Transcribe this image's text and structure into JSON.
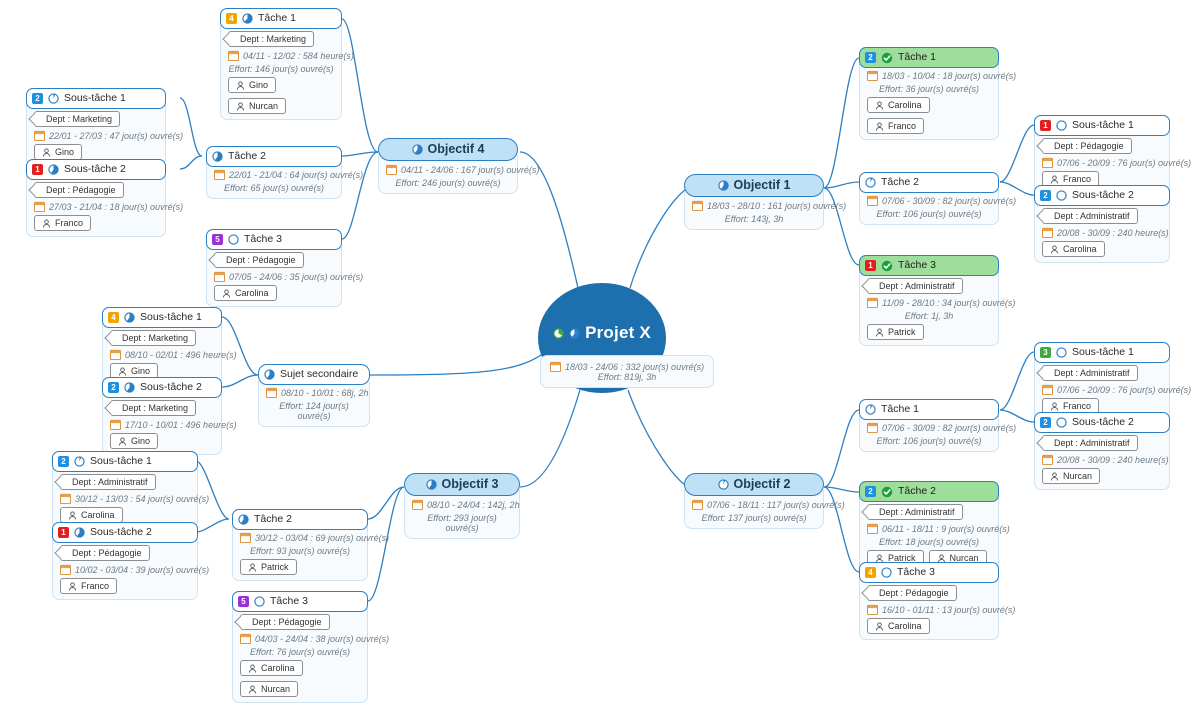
{
  "meta": {
    "app": "mind-map",
    "accent_blue": "#2b7fc4",
    "objective_fill": "#bfe0f5",
    "center_fill": "#1d6fad",
    "done_green": "#9ede9b",
    "card_fill": "#f7fbfe"
  },
  "center": {
    "title": "Projet X",
    "dates": "18/03 - 24/06 : 332 jour(s) ouvré(s)",
    "effort": "Effort: 819j, 3h"
  },
  "nodes": {
    "t1_tache1": {
      "title": "Tâche 1",
      "prio": "4",
      "prio_class": "p4",
      "icon": "pie-icon",
      "dept": "Dept : Marketing",
      "dates": "04/11 - 12/02 : 584 heure(s)",
      "effort": "Effort: 146 jour(s) ouvré(s)",
      "res": [
        "Gino",
        "Nurcan"
      ]
    },
    "t1_sous1": {
      "title": "Sous-tâche 1",
      "prio": "2",
      "prio_class": "p2",
      "icon": "pie-icon",
      "dept": "Dept : Marketing",
      "dates": "22/01 - 27/03 : 47 jour(s) ouvré(s)",
      "effort": "",
      "res": [
        "Gino"
      ]
    },
    "t1_sous2": {
      "title": "Sous-tâche 2",
      "prio": "1",
      "prio_class": "p1",
      "icon": "pie-icon",
      "dept": "Dept : Pédagogie",
      "dates": "27/03 - 21/04 : 18 jour(s) ouvré(s)",
      "effort": "",
      "res": [
        "Franco"
      ]
    },
    "t1_tache2": {
      "title": "Tâche 2",
      "prio": "",
      "prio_class": "",
      "icon": "pie-icon",
      "dept": "",
      "dates": "22/01 - 21/04 : 64 jour(s) ouvré(s)",
      "effort": "Effort: 65 jour(s) ouvré(s)",
      "res": []
    },
    "t1_tache3": {
      "title": "Tâche 3",
      "prio": "5",
      "prio_class": "p5",
      "icon": "circle-icon",
      "dept": "Dept : Pédagogie",
      "dates": "07/05 - 24/06 : 35 jour(s) ouvré(s)",
      "effort": "",
      "res": [
        "Carolina"
      ]
    },
    "obj4": {
      "title": "Objectif 4",
      "dates": "04/11 - 24/06 : 167 jour(s) ouvré(s)",
      "effort": "Effort: 246 jour(s) ouvré(s)"
    },
    "sujet": {
      "title": "Sujet secondaire",
      "dates": "08/10 - 10/01 : 68j, 2h",
      "effort": "Effort: 124 jour(s) ouvré(s)"
    },
    "s_sous1": {
      "title": "Sous-tâche 1",
      "prio": "4",
      "prio_class": "p4",
      "icon": "pie-icon",
      "dept": "Dept : Marketing",
      "dates": "08/10 - 02/01 : 496 heure(s)",
      "effort": "",
      "res": [
        "Gino"
      ]
    },
    "s_sous2": {
      "title": "Sous-tâche 2",
      "prio": "2",
      "prio_class": "p2",
      "icon": "pie-icon",
      "dept": "Dept : Marketing",
      "dates": "17/10 - 10/01 : 496 heure(s)",
      "effort": "",
      "res": [
        "Gino"
      ]
    },
    "obj3": {
      "title": "Objectif 3",
      "dates": "08/10 - 24/04 : 142j, 2h",
      "effort": "Effort: 293 jour(s) ouvré(s)"
    },
    "o3_sous1": {
      "title": "Sous-tâche 1",
      "prio": "2",
      "prio_class": "p2",
      "icon": "pie-icon",
      "dept": "Dept : Administratif",
      "dates": "30/12 - 13/03 : 54 jour(s) ouvré(s)",
      "effort": "",
      "res": [
        "Carolina"
      ]
    },
    "o3_sous2": {
      "title": "Sous-tâche 2",
      "prio": "1",
      "prio_class": "p1",
      "icon": "pie-icon",
      "dept": "Dept : Pédagogie",
      "dates": "10/02 - 03/04 : 39 jour(s) ouvré(s)",
      "effort": "",
      "res": [
        "Franco"
      ]
    },
    "o3_tache2": {
      "title": "Tâche 2",
      "prio": "",
      "prio_class": "",
      "icon": "pie-icon",
      "dept": "",
      "dates": "30/12 - 03/04 : 69 jour(s) ouvré(s)",
      "effort": "Effort: 93 jour(s) ouvré(s)",
      "res": [
        "Patrick"
      ]
    },
    "o3_tache3": {
      "title": "Tâche 3",
      "prio": "5",
      "prio_class": "p5",
      "icon": "circle-icon",
      "dept": "Dept : Pédagogie",
      "dates": "04/03 - 24/04 : 38 jour(s) ouvré(s)",
      "effort": "Effort: 76 jour(s) ouvré(s)",
      "res": [
        "Carolina",
        "Nurcan"
      ]
    },
    "obj1": {
      "title": "Objectif 1",
      "dates": "18/03 - 28/10 : 161 jour(s) ouvré(s)",
      "effort": "Effort: 143j, 3h"
    },
    "o1_tache1": {
      "title": "Tâche 1",
      "prio": "2",
      "prio_class": "p2",
      "icon": "check-icon",
      "done": true,
      "dept": "",
      "dates": "18/03 - 10/04 : 18 jour(s) ouvré(s)",
      "effort": "Effort: 36 jour(s) ouvré(s)",
      "res": [
        "Carolina",
        "Franco"
      ]
    },
    "o1_tache2": {
      "title": "Tâche 2",
      "prio": "",
      "prio_class": "",
      "icon": "pie-icon",
      "dept": "",
      "dates": "07/06 - 30/09 : 82 jour(s) ouvré(s)",
      "effort": "Effort: 106 jour(s) ouvré(s)",
      "res": []
    },
    "o1_sous1": {
      "title": "Sous-tâche 1",
      "prio": "1",
      "prio_class": "p1",
      "icon": "circle-icon",
      "dept": "Dept : Pédagogie",
      "dates": "07/06 - 20/09 : 76 jour(s) ouvré(s)",
      "effort": "",
      "res": [
        "Franco"
      ]
    },
    "o1_sous2": {
      "title": "Sous-tâche 2",
      "prio": "2",
      "prio_class": "p2",
      "icon": "circle-icon",
      "dept": "Dept : Administratif",
      "dates": "20/08 - 30/09 : 240 heure(s)",
      "effort": "",
      "res": [
        "Carolina"
      ]
    },
    "o1_tache3": {
      "title": "Tâche 3",
      "prio": "1",
      "prio_class": "p1",
      "icon": "check-icon",
      "done": true,
      "dept": "Dept : Administratif",
      "dates": "11/09 - 28/10 : 34 jour(s) ouvré(s)",
      "effort": "Effort: 1j, 3h",
      "res": [
        "Patrick"
      ]
    },
    "obj2": {
      "title": "Objectif 2",
      "dates": "07/06 - 18/11 : 117 jour(s) ouvré(s)",
      "effort": "Effort: 137 jour(s) ouvré(s)"
    },
    "o2_tache1": {
      "title": "Tâche 1",
      "prio": "",
      "prio_class": "",
      "icon": "pie-icon",
      "dept": "",
      "dates": "07/06 - 30/09 : 82 jour(s) ouvré(s)",
      "effort": "Effort: 106 jour(s) ouvré(s)",
      "res": []
    },
    "o2_sous1": {
      "title": "Sous-tâche 1",
      "prio": "3",
      "prio_class": "p3",
      "icon": "circle-icon",
      "dept": "Dept : Administratif",
      "dates": "07/06 - 20/09 : 76 jour(s) ouvré(s)",
      "effort": "",
      "res": [
        "Franco"
      ]
    },
    "o2_sous2": {
      "title": "Sous-tâche 2",
      "prio": "2",
      "prio_class": "p2",
      "icon": "circle-icon",
      "dept": "Dept : Administratif",
      "dates": "20/08 - 30/09 : 240 heure(s)",
      "effort": "",
      "res": [
        "Nurcan"
      ]
    },
    "o2_tache2": {
      "title": "Tâche 2",
      "prio": "2",
      "prio_class": "p2",
      "icon": "check-icon",
      "done": true,
      "dept": "Dept : Administratif",
      "dates": "06/11 - 18/11 : 9 jour(s) ouvré(s)",
      "effort": "Effort: 18 jour(s) ouvré(s)",
      "res": [
        "Patrick",
        "Nurcan"
      ]
    },
    "o2_tache3": {
      "title": "Tâche 3",
      "prio": "4",
      "prio_class": "p4",
      "icon": "circle-icon",
      "dept": "Dept : Pédagogie",
      "dates": "16/10 - 01/11 : 13 jour(s) ouvré(s)",
      "effort": "",
      "res": [
        "Carolina"
      ]
    }
  }
}
